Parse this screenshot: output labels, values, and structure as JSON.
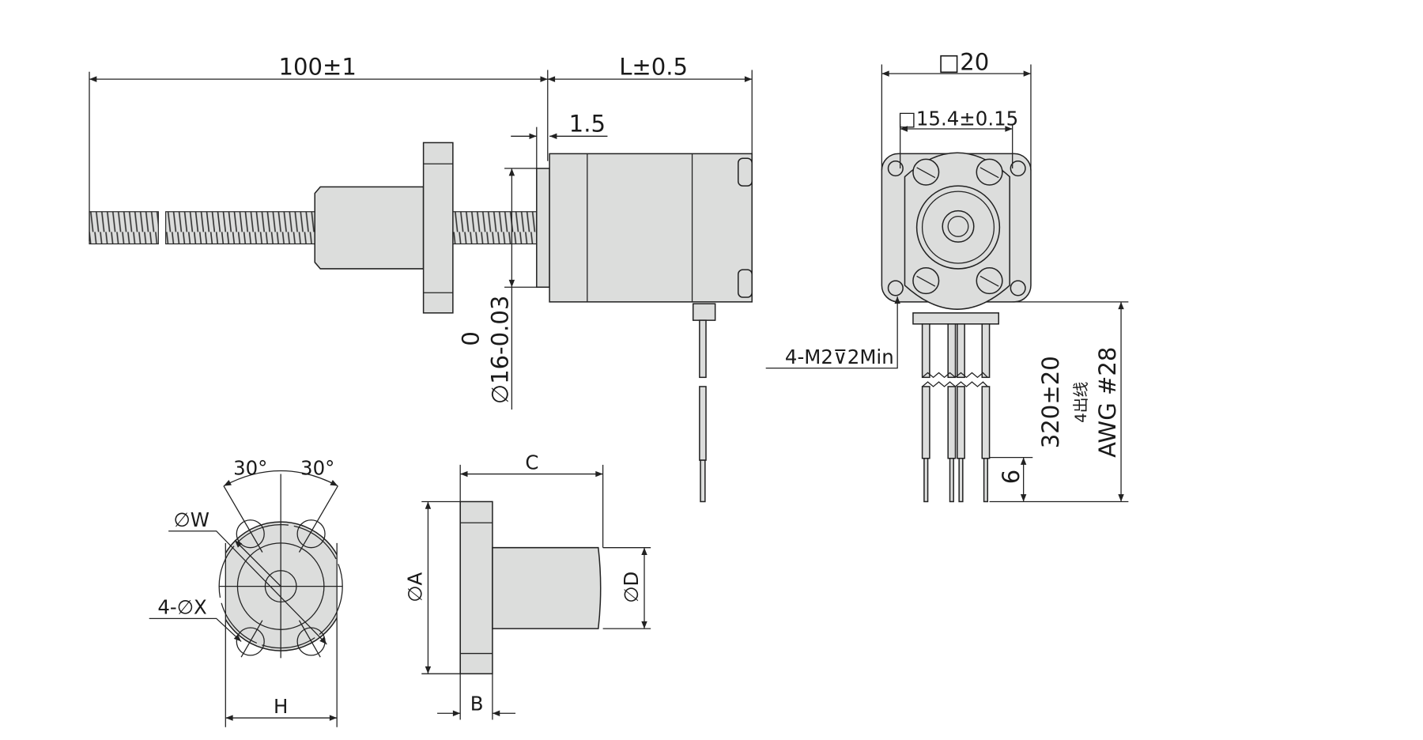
{
  "side_view": {
    "dim_screw_length": "100±1",
    "dim_motor_length": "L±0.5",
    "dim_pilot_thickness": "1.5",
    "dim_pilot_diameter": "∅16-0.03",
    "dim_pilot_upper_tol": "0"
  },
  "front_view": {
    "dim_outer_square": "□20",
    "dim_hole_pitch": "□15.4±0.15",
    "mount_thread_label": "4-M2⊽2Min",
    "dim_lead_length": "320±20",
    "lead_count": "4出线",
    "lead_gauge": "AWG #28",
    "dim_strip_length": "6"
  },
  "nut_front_view": {
    "angle_left": "30°",
    "angle_right": "30°",
    "label_bolt_circle": "∅W",
    "label_holes": "4-∅X",
    "dim_width": "H"
  },
  "nut_side_view": {
    "dim_length": "C",
    "dim_flange_diameter": "∅A",
    "dim_body_diameter": "∅D",
    "dim_flange_thickness": "B"
  }
}
